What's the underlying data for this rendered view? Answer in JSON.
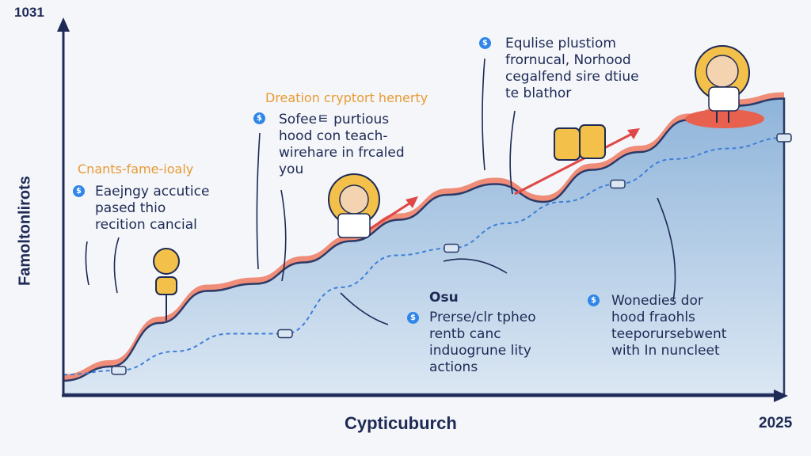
{
  "chart_data": {
    "type": "area",
    "title": "",
    "xlabel": "Cypticuburch",
    "ylabel": "Famoltonlirots",
    "y_top_label": "1031",
    "x_end_label": "2025",
    "ylim": [
      0,
      100
    ],
    "series": [
      {
        "name": "main-area",
        "values": [
          3.8,
          7.8,
          20,
          29,
          31,
          37,
          43,
          49,
          56,
          59,
          54,
          63,
          68,
          77,
          81,
          83
        ]
      },
      {
        "name": "dashed-trend",
        "values": [
          5.5,
          6.7,
          12,
          17,
          17,
          30,
          39,
          41,
          48,
          54,
          59,
          66,
          69,
          72
        ]
      }
    ],
    "colors": {
      "area": "#a9c8e4",
      "edge": "#2b3a67",
      "highlight": "#e8614f",
      "dash": "#3f7fd8",
      "accent": "#e89a33"
    }
  },
  "annotations": [
    {
      "heading": "Cnants-fame-ioaly",
      "bullet": "$",
      "text": "Eaejngy accutice\npased thio\nrecition cancial"
    },
    {
      "heading": "Dreation cryptort henerty",
      "bullet": "$",
      "text": "Sofeeㅌ purtious\nhood con teach-\nwirehare in frcaled\nyou"
    },
    {
      "heading": "",
      "bullet": "$",
      "text": "Equlise plustiom\nfrornucal, Norhood\ncegalfend sire dtiue\nte blathor"
    },
    {
      "heading": "Osu",
      "bullet": "$",
      "text": "Prerse/clr tpheo\nrentb canc\ninduogrune lity\nactions"
    },
    {
      "heading": "",
      "bullet": "$",
      "text": "Wonedies dor\nhood fraohls\nteeporursebwent\nwith In nuncleet"
    }
  ]
}
